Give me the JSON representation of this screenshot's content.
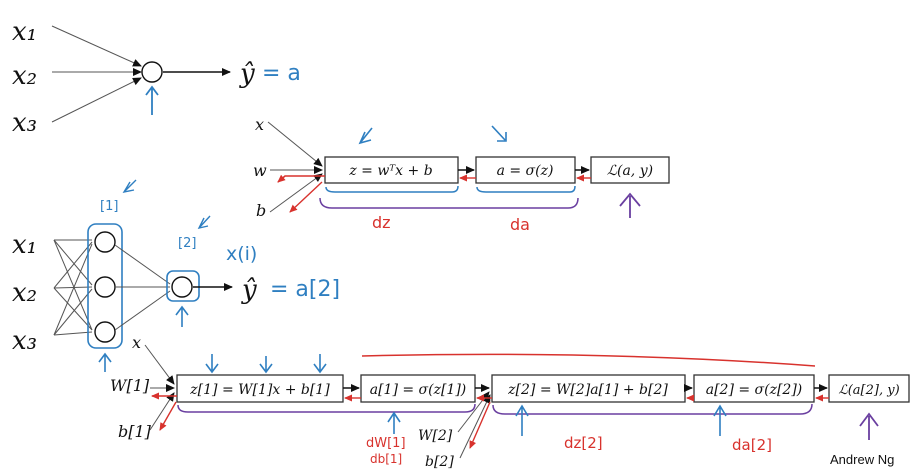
{
  "colors": {
    "ink": "#111111",
    "blue_annotation": "#2f7fc1",
    "red_annotation": "#d8322d",
    "purple_annotation": "#6a3fa0"
  },
  "top_network": {
    "inputs": [
      "x₁",
      "x₂",
      "x₃"
    ],
    "output_lhs": "ŷ",
    "output_rhs": "= a"
  },
  "top_graph": {
    "inputs": [
      "x",
      "w",
      "b"
    ],
    "boxes": [
      "z = wᵀx + b",
      "a = σ(z)",
      "ℒ(a, y)"
    ],
    "grad_labels": [
      "dz",
      "da"
    ]
  },
  "bottom_network": {
    "inputs": [
      "x₁",
      "x₂",
      "x₃"
    ],
    "layer1_label": "[1]",
    "layer2_label": "[2]",
    "example_label": "x(i)",
    "output_lhs": "ŷ",
    "output_rhs": "= a[2]"
  },
  "bottom_graph": {
    "inputs_left": [
      "x",
      "W[1]",
      "b[1]"
    ],
    "inputs_mid": [
      "W[2]",
      "b[2]"
    ],
    "boxes": [
      "z[1] = W[1]x + b[1]",
      "a[1] = σ(z[1])",
      "z[2] = W[2]a[1] + b[2]",
      "a[2] = σ(z[2])",
      "ℒ(a[2], y)"
    ],
    "grad_labels": [
      "dW[1]",
      "db[1]",
      "dz[2]",
      "da[2]"
    ]
  },
  "credit": "Andrew Ng"
}
